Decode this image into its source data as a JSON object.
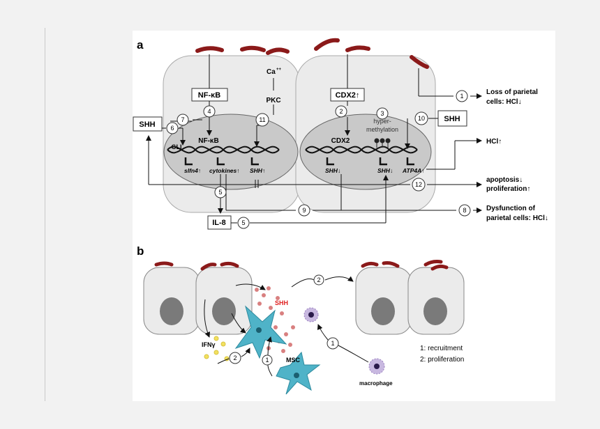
{
  "panel_a": {
    "label": "a",
    "nfkb_box": "NF-κB",
    "nfkb_dna": "NF-κB",
    "ca": "Ca",
    "ca_sup": "++",
    "pkc": "PKC",
    "cdx2_box": "CDX2↑",
    "cdx2_dna": "CDX2",
    "shh_left": "SHH",
    "shh_right": "SHH",
    "gli": "GLI",
    "hyper1": "hyper-",
    "hyper2": "methylation",
    "genes": [
      "slfn4↑",
      "cytokines↑",
      "SHH↑",
      "SHH↓",
      "SHH↓",
      "ATP4A↑"
    ],
    "il8": "IL-8",
    "out_loss1": "Loss of parietal",
    "out_loss2": "cells: HCl↓",
    "out_hcl": "HCl↑",
    "out_apop1": "apoptosis↓",
    "out_apop2": "proliferation↑",
    "out_dys1": "Dysfunction of",
    "out_dys2": "parietal cells: HCl↓",
    "circles": [
      "1",
      "2",
      "3",
      "4",
      "5",
      "6",
      "7",
      "8",
      "9",
      "10",
      "11",
      "12",
      "5"
    ]
  },
  "panel_b": {
    "label": "b",
    "shh": "SHH",
    "ifn": "IFNγ",
    "msc": "MSC",
    "macrophage": "macrophage",
    "legend1": "1: recruitment",
    "legend2": "2: proliferation",
    "circles": [
      "2",
      "2",
      "1",
      "1"
    ]
  },
  "colors": {
    "bacteria": "#8b1a1a",
    "cell_fill": "#ebebeb",
    "nucleus_fill": "#c9c9c9",
    "msc_fill": "#4fb3c8",
    "shh_red": "#e02020",
    "dots_red": "#d98080",
    "ifn_yellow": "#f2e060",
    "macrophage": "#9a80c0"
  }
}
